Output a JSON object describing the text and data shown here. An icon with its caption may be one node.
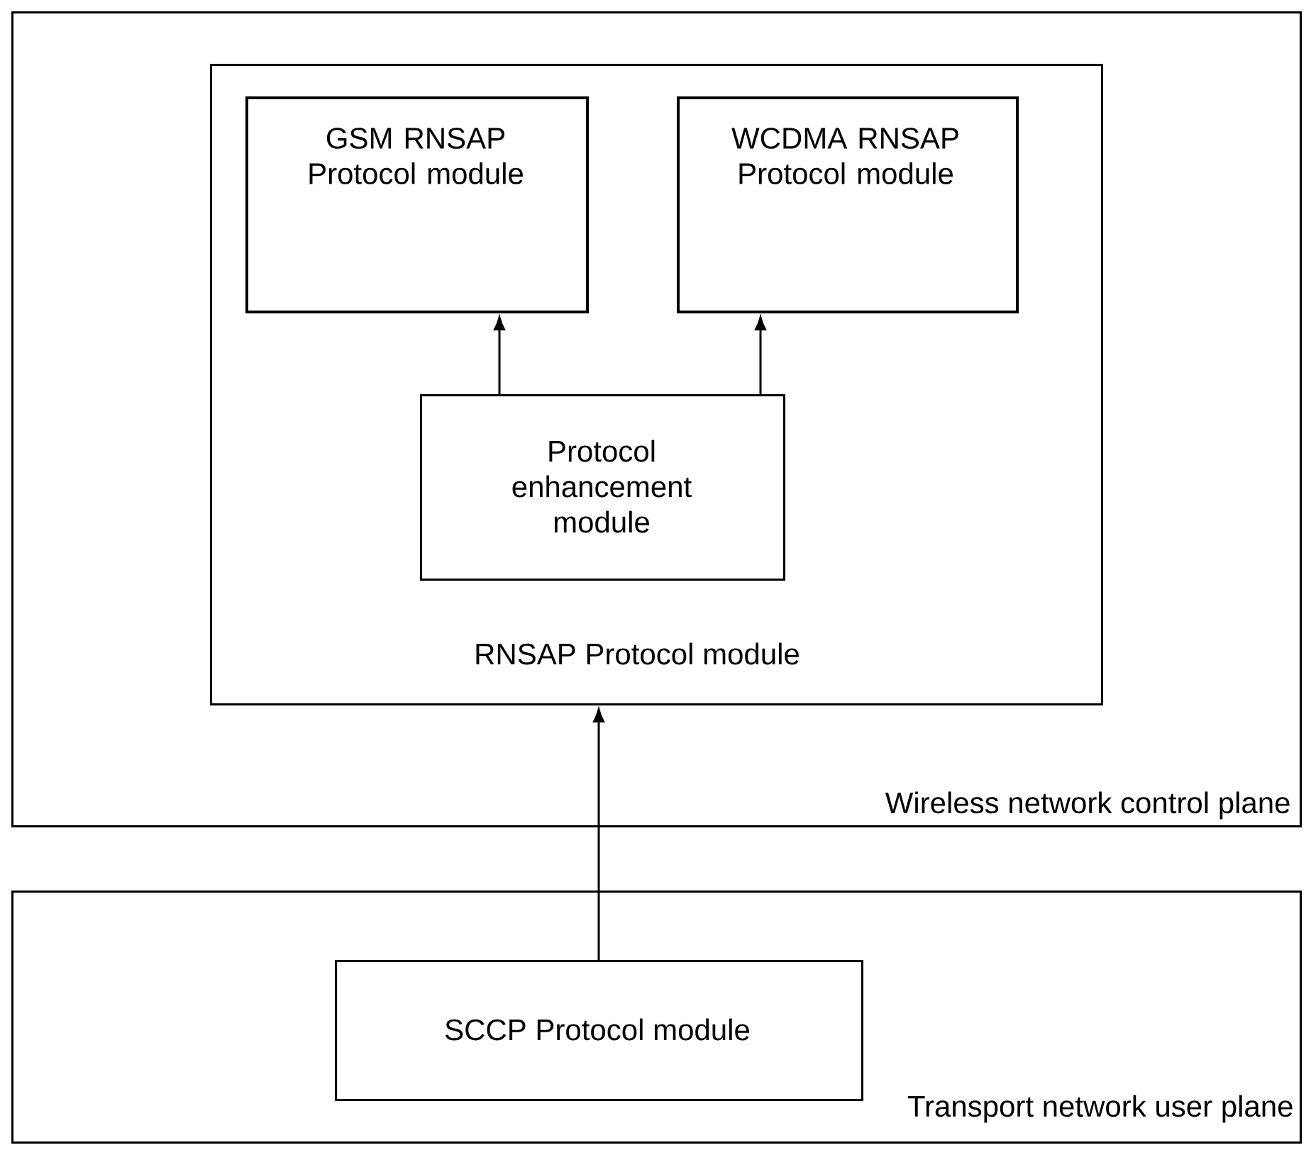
{
  "diagram": {
    "nodes": [
      {
        "text": [
          "Wireless network control plane"
        ]
      },
      {
        "text": [
          "RNSAP Protocol module"
        ],
        "in": 0
      },
      {
        "text": [
          "GSM RNSAP Protocol module"
        ],
        "in": 1
      },
      {
        "text": [
          "WCDMA RNSAP Protocol module"
        ],
        "in": 1
      },
      {
        "text": [
          "Protocol enhancement module"
        ],
        "in": 1
      },
      {
        "text": [
          "Transport network user plane"
        ]
      },
      {
        "text": [
          "SCCP Protocol module"
        ],
        "in": 5
      }
    ],
    "edges": [
      {
        "from": 4,
        "to": 2,
        "arrow": "to"
      },
      {
        "from": 4,
        "to": 3,
        "arrow": "to"
      },
      {
        "from": 6,
        "to": 1,
        "arrow": "to"
      }
    ]
  }
}
